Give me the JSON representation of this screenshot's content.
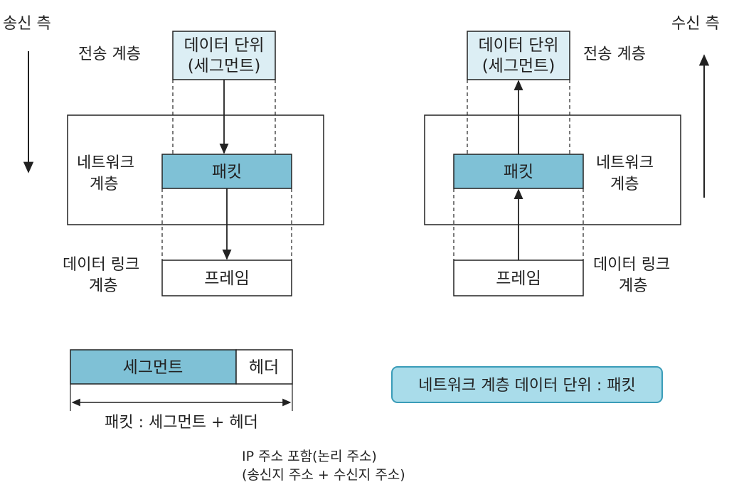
{
  "sender": {
    "side_title": "송신 측",
    "transport_label": "전송 계층",
    "segment_box": [
      "데이터 단위",
      "(세그먼트)"
    ],
    "network_label": [
      "네트워크",
      "계층"
    ],
    "packet_box": "패킷",
    "datalink_label": [
      "데이터 링크",
      "계층"
    ],
    "frame_box": "프레임"
  },
  "receiver": {
    "side_title": "수신 측",
    "transport_label": "전송 계층",
    "segment_box": [
      "데이터 단위",
      "(세그먼트)"
    ],
    "network_label": [
      "네트워크",
      "계층"
    ],
    "packet_box": "패킷",
    "datalink_label": [
      "데이터 링크",
      "계층"
    ],
    "frame_box": "프레임"
  },
  "packet_structure": {
    "segment": "세그먼트",
    "header": "헤더",
    "formula": "패킷 : 세그먼트 + 헤더"
  },
  "ip_note": [
    "IP 주소 포함(논리 주소)",
    "(송신지 주소 + 수신지 주소)"
  ],
  "summary_badge": "네트워크 계층 데이터 단위 : 패킷",
  "colors": {
    "packet_fill": "#7fc1d6",
    "segment_fill": "#dceef4",
    "badge_fill": "#a9dcea",
    "badge_border": "#3a9cb8",
    "line": "#222222"
  }
}
